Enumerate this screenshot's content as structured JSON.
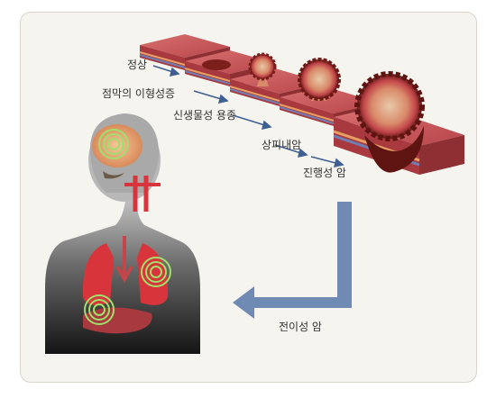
{
  "stages": {
    "normal": "정상",
    "dysplasia": "점막의 이형성증",
    "adenoma": "신생물성 용종",
    "carcinoma_in_situ": "상피내암",
    "advanced": "진행성 암"
  },
  "metastasis_label": "전이성 암",
  "colors": {
    "panel_bg": "#f6f4ee",
    "arrow": "#6f8bb3",
    "tumor": "#7a1f1a",
    "tissue": "#c2464a",
    "lung": "#d8343b",
    "target": "#9ee06a"
  }
}
